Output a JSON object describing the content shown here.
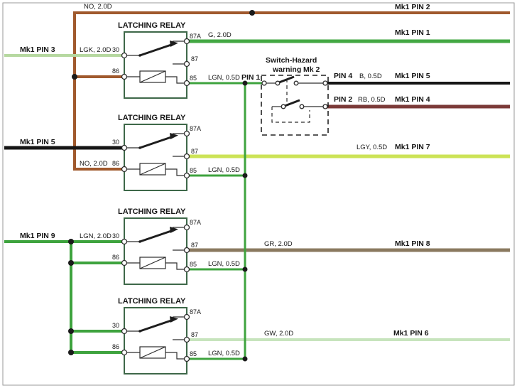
{
  "colors": {
    "no_brown": "#A0592D",
    "g_green": "#43A843",
    "lgk": "#B6D8A0",
    "lgn_green": "#3EA33E",
    "black_wire": "#161616",
    "rb": "#7B3A38",
    "lgy": "#CCE356",
    "gr": "#8A795F",
    "gw": "#C7E4BD",
    "relay_border": "#3E6849",
    "junction": "#1B1B1B"
  },
  "relays": [
    {
      "title": "LATCHING RELAY",
      "t30": "30",
      "t86": "86",
      "t87a": "87A",
      "t87": "87",
      "t85": "85"
    },
    {
      "title": "LATCHING RELAY",
      "t30": "30",
      "t86": "86",
      "t87a": "87A",
      "t87": "87",
      "t85": "85"
    },
    {
      "title": "LATCHING RELAY",
      "t30": "30",
      "t86": "86",
      "t87a": "87A",
      "t87": "87",
      "t85": "85"
    },
    {
      "title": "LATCHING RELAY",
      "t30": "30",
      "t86": "86",
      "t87a": "87A",
      "t87": "87",
      "t85": "85"
    }
  ],
  "labels": {
    "no_top": "NO, 2.0D",
    "mk1_pin2": "Mk1 PIN 2",
    "g_code": "G, 2.0D",
    "mk1_pin1": "Mk1 PIN 1",
    "mk1_pin3": "Mk1 PIN 3",
    "lgk_code": "LGK, 2.0D",
    "lgn1": "LGN, 0.5D",
    "sw_pin1": "PIN 1",
    "sw_title1": "Switch-Hazard",
    "sw_title2": "warning",
    "sw_mk2": "Mk 2",
    "sw_pin4": "PIN 4",
    "b_code": "B, 0.5D",
    "mk1_pin5_r": "Mk1 PIN 5",
    "sw_pin2": "PIN 2",
    "rb_code": "RB, 0.5D",
    "mk1_pin4": "Mk1 PIN 4",
    "mk1_pin5_l": "Mk1 PIN 5",
    "no_r2": "NO, 2.0D",
    "lgy_code": "LGY, 0.5D",
    "mk1_pin7": "Mk1 PIN 7",
    "lgn2": "LGN, 0.5D",
    "mk1_pin9": "Mk1 PIN 9",
    "lgn_2_0": "LGN, 2.0D",
    "gr_code": "GR, 2.0D",
    "mk1_pin8": "Mk1 PIN 8",
    "lgn3": "LGN, 0.5D",
    "gw_code": "GW, 2.0D",
    "mk1_pin6": "Mk1 PIN 6",
    "lgn4": "LGN, 0.5D"
  }
}
